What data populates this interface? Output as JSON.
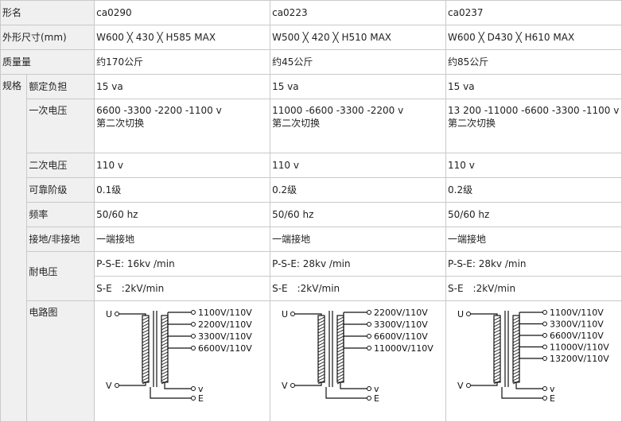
{
  "rows": {
    "model": {
      "label": "形名",
      "values": [
        "ca0290",
        "ca0223",
        "ca0237"
      ]
    },
    "dims": {
      "label": "外形尺寸(mm)",
      "values": [
        "W600 ╳ 430 ╳ H585 MAX",
        "W500 ╳ 420 ╳ H510 MAX",
        "W600 ╳ D430 ╳ H610 MAX"
      ]
    },
    "weight": {
      "label": "质量量",
      "values": [
        "约170公斤",
        "约45公斤",
        "约85公斤"
      ]
    },
    "spec_label": "规格",
    "burden": {
      "label": "额定负担",
      "values": [
        "15 va",
        "15 va",
        "15 va"
      ]
    },
    "primary": {
      "label": "一次电压",
      "values": [
        "6600 -3300 -2200 -1100 v",
        "11000 -6600 -3300 -2200 v",
        "13 200 -11000 -6600 -3300 -1100 v"
      ],
      "note": "第二次切换"
    },
    "secondary": {
      "label": "二次电压",
      "values": [
        "110 v",
        "110 v",
        "110 v"
      ]
    },
    "accuracy": {
      "label": "可靠阶级",
      "values": [
        "0.1级",
        "0.2级",
        "0.2级"
      ]
    },
    "freq": {
      "label": "频率",
      "values": [
        "50/60 hz",
        "50/60 hz",
        "50/60 hz"
      ]
    },
    "ground": {
      "label": "接地/非接地",
      "values": [
        "一端接地",
        "一端接地",
        "一端接地"
      ]
    },
    "withstand": {
      "label": "耐电压",
      "values": [
        "P-S-E: 16kv /min",
        "P-S-E: 28kv /min",
        "P-S-E: 28kv /min"
      ],
      "values2": [
        "S-E　:2kV/min",
        "S-E　:2kV/min",
        "S-E　:2kV/min"
      ]
    },
    "circuit": {
      "label": "电路图"
    }
  },
  "diagrams": [
    {
      "u": "U",
      "v": "V",
      "taps": [
        "1100V/110V",
        "2200V/110V",
        "3300V/110V",
        "6600V/110V"
      ],
      "vout": "v",
      "e": "E"
    },
    {
      "u": "U",
      "v": "V",
      "taps": [
        "2200V/110V",
        "3300V/110V",
        "6600V/110V",
        "11000V/110V"
      ],
      "vout": "v",
      "e": "E"
    },
    {
      "u": "U",
      "v": "V",
      "taps": [
        "1100V/110V",
        "3300V/110V",
        "6600V/110V",
        "11000V/110V",
        "13200V/110V"
      ],
      "vout": "v",
      "e": "E"
    }
  ]
}
